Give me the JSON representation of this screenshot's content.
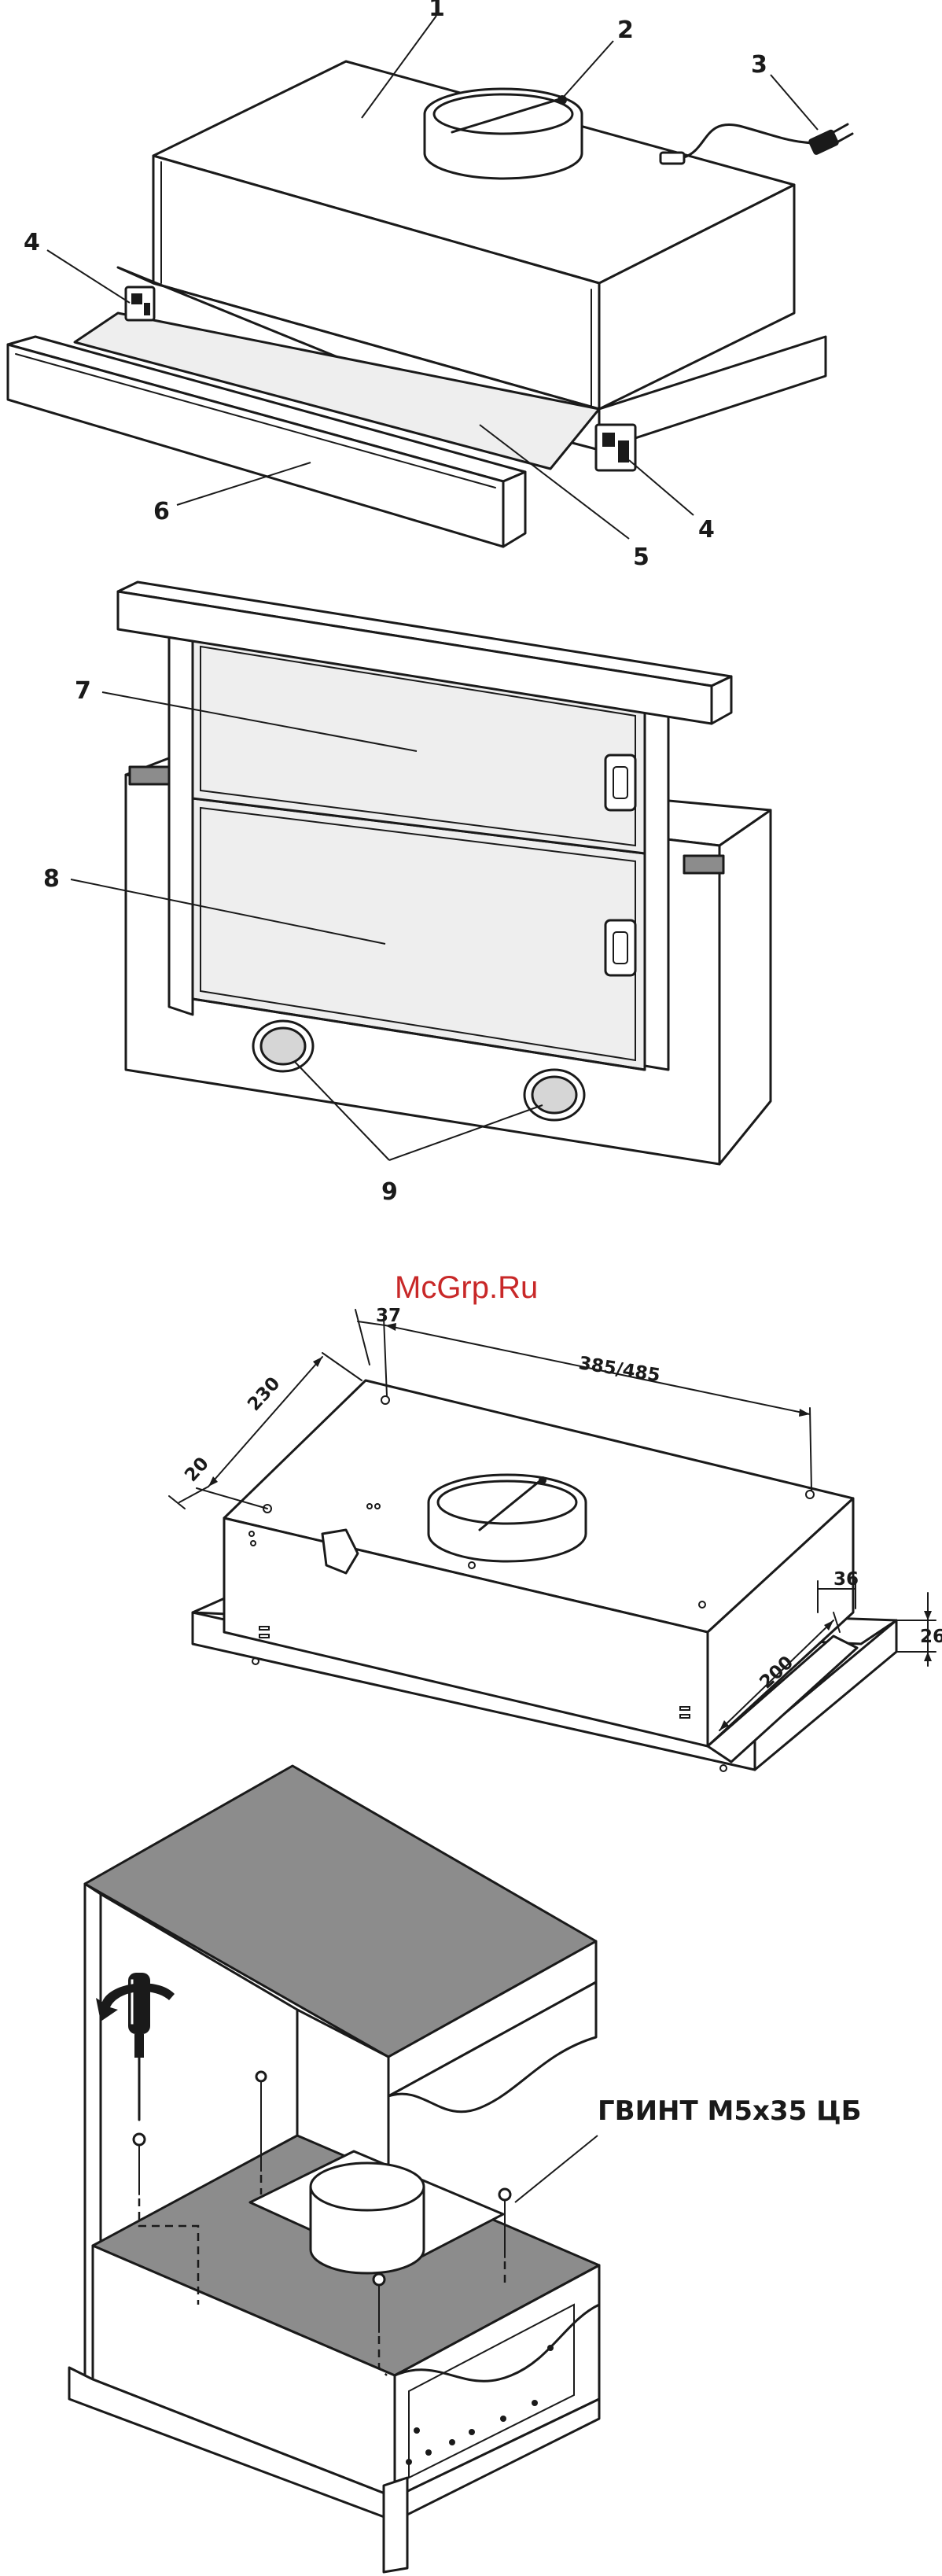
{
  "figure1": {
    "callouts": [
      "1",
      "2",
      "3",
      "4",
      "4",
      "5",
      "6"
    ]
  },
  "figure2": {
    "callouts": [
      "7",
      "8",
      "9"
    ]
  },
  "watermark": "McGrp.Ru",
  "figure3": {
    "dimensions": {
      "d37": "37",
      "d385": "385/485",
      "d230": "230",
      "d20": "20",
      "d36": "36",
      "d26": "26",
      "d200": "200"
    }
  },
  "figure4": {
    "screw_label": "ГВИНТ М5х35 ЦБ"
  }
}
